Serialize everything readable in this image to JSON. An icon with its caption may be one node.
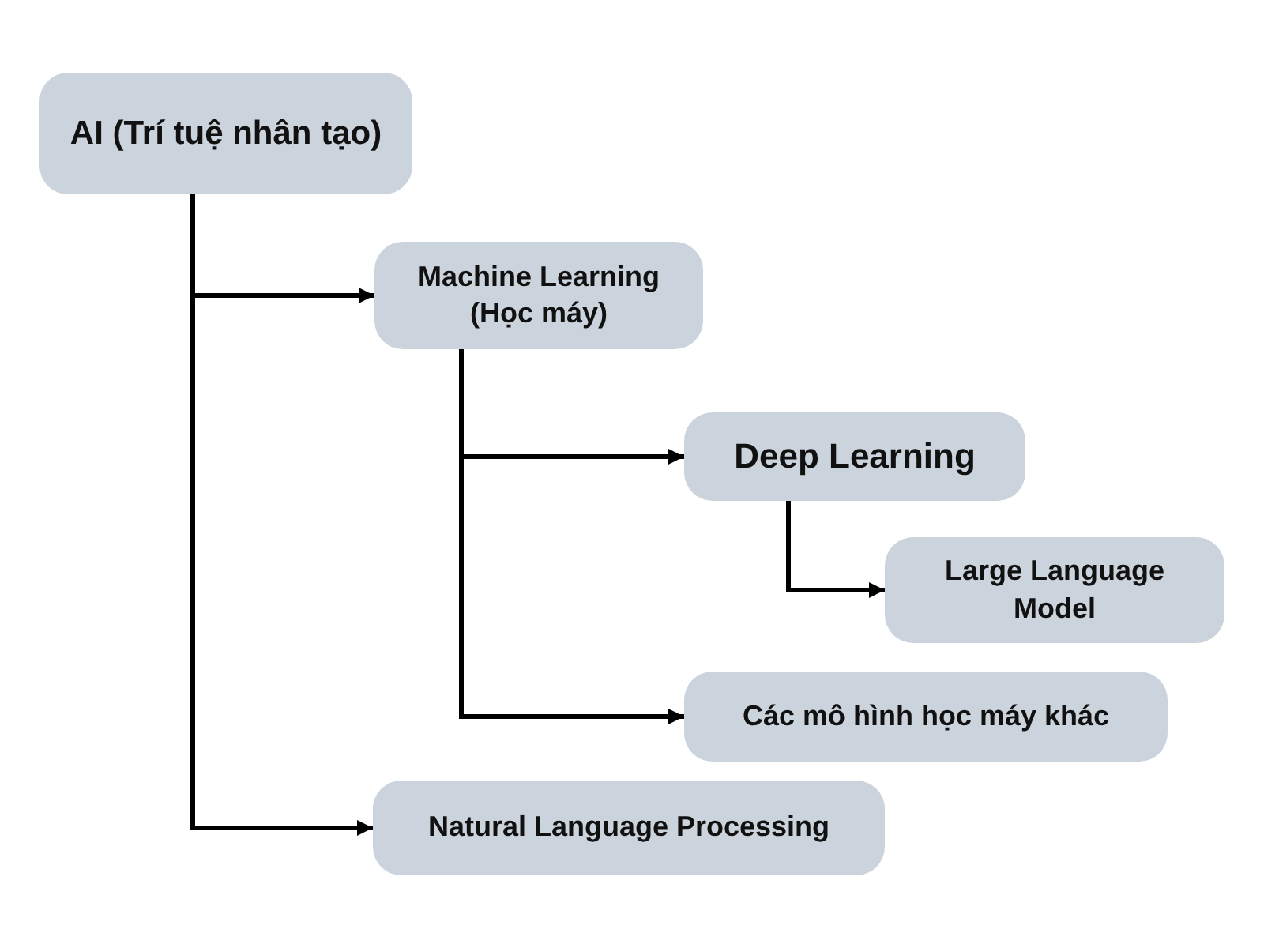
{
  "diagram": {
    "nodes": [
      {
        "text": [
          "AI (Trí tuệ nhân tạo)"
        ]
      },
      {
        "text": [
          "Machine Learning (Học máy)"
        ]
      },
      {
        "text": [
          "Deep Learning"
        ]
      },
      {
        "text": [
          "Large Language Model"
        ]
      },
      {
        "text": [
          "Các mô hình học máy khác"
        ]
      },
      {
        "text": [
          "Natural Language Processing"
        ]
      }
    ],
    "edges": [
      {
        "from": 0,
        "to": 1,
        "arrow": "to"
      },
      {
        "from": 0,
        "to": 5,
        "arrow": "to"
      },
      {
        "from": 1,
        "to": 2,
        "arrow": "to"
      },
      {
        "from": 1,
        "to": 4,
        "arrow": "to"
      },
      {
        "from": 2,
        "to": 3,
        "arrow": "to"
      }
    ]
  }
}
